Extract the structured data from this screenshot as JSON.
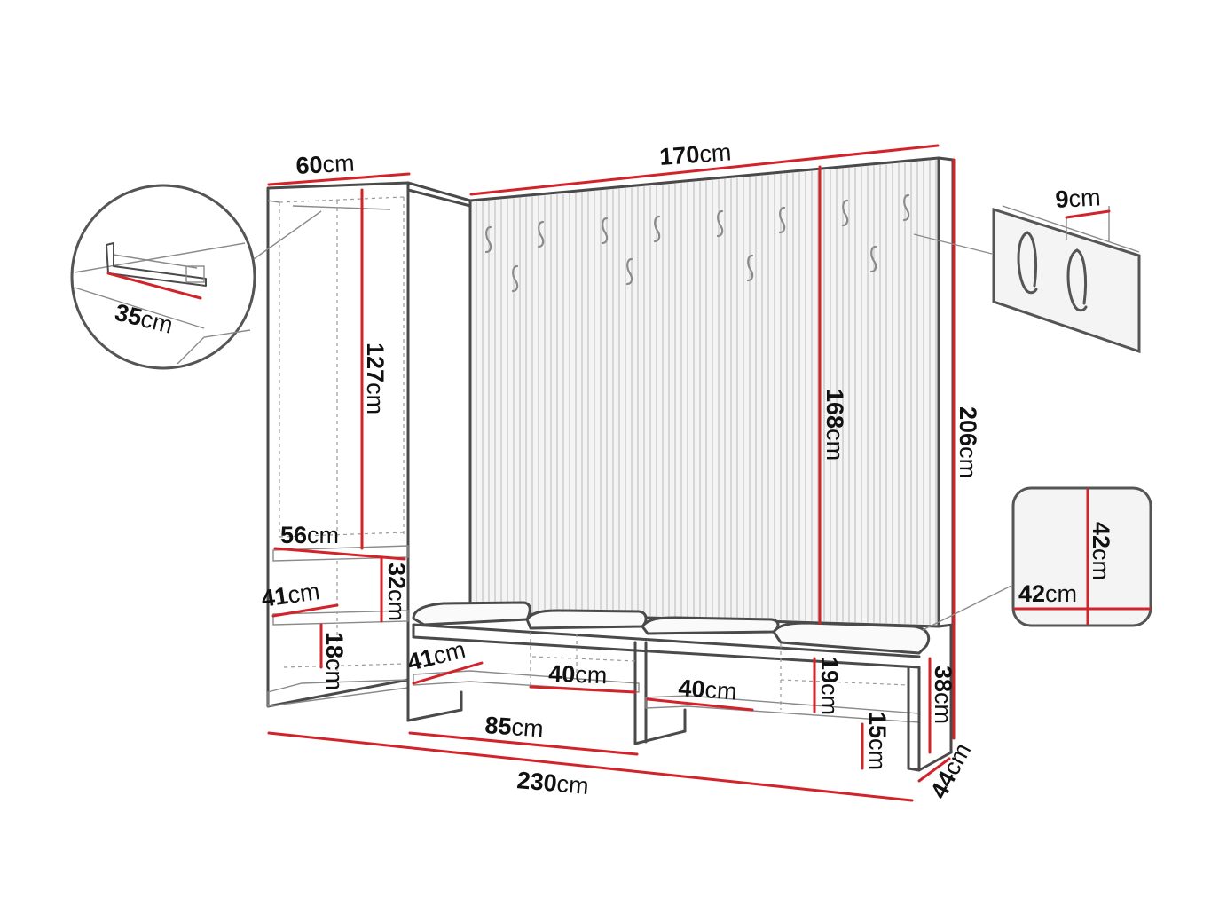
{
  "colors": {
    "dimension_line": "#d2232a",
    "outline": "#4a4a4a",
    "detail_fill": "#f4f4f4"
  },
  "labels": {
    "wardrobe_width": {
      "value": "60",
      "unit": "cm"
    },
    "panel_width": {
      "value": "170",
      "unit": "cm"
    },
    "hook_spacing": {
      "value": "9",
      "unit": "cm"
    },
    "rail_length": {
      "value": "35",
      "unit": "cm"
    },
    "wardrobe_inner_height": {
      "value": "127",
      "unit": "cm"
    },
    "panel_height": {
      "value": "168",
      "unit": "cm"
    },
    "total_height": {
      "value": "206",
      "unit": "cm"
    },
    "cushion_depth": {
      "value": "42",
      "unit": "cm"
    },
    "cushion_width": {
      "value": "42",
      "unit": "cm"
    },
    "shelf_width": {
      "value": "56",
      "unit": "cm"
    },
    "compartment_height": {
      "value": "32",
      "unit": "cm"
    },
    "shelf_depth": {
      "value": "41",
      "unit": "cm"
    },
    "bottom_height": {
      "value": "18",
      "unit": "cm"
    },
    "bench_depth": {
      "value": "41",
      "unit": "cm"
    },
    "bench_cell_left": {
      "value": "40",
      "unit": "cm"
    },
    "bench_cell_right": {
      "value": "40",
      "unit": "cm"
    },
    "bench_inner_height": {
      "value": "19",
      "unit": "cm"
    },
    "bench_height": {
      "value": "38",
      "unit": "cm"
    },
    "bench_module_width": {
      "value": "85",
      "unit": "cm"
    },
    "bench_leg_height": {
      "value": "15",
      "unit": "cm"
    },
    "total_width": {
      "value": "230",
      "unit": "cm"
    },
    "total_depth": {
      "value": "44",
      "unit": "cm"
    }
  }
}
